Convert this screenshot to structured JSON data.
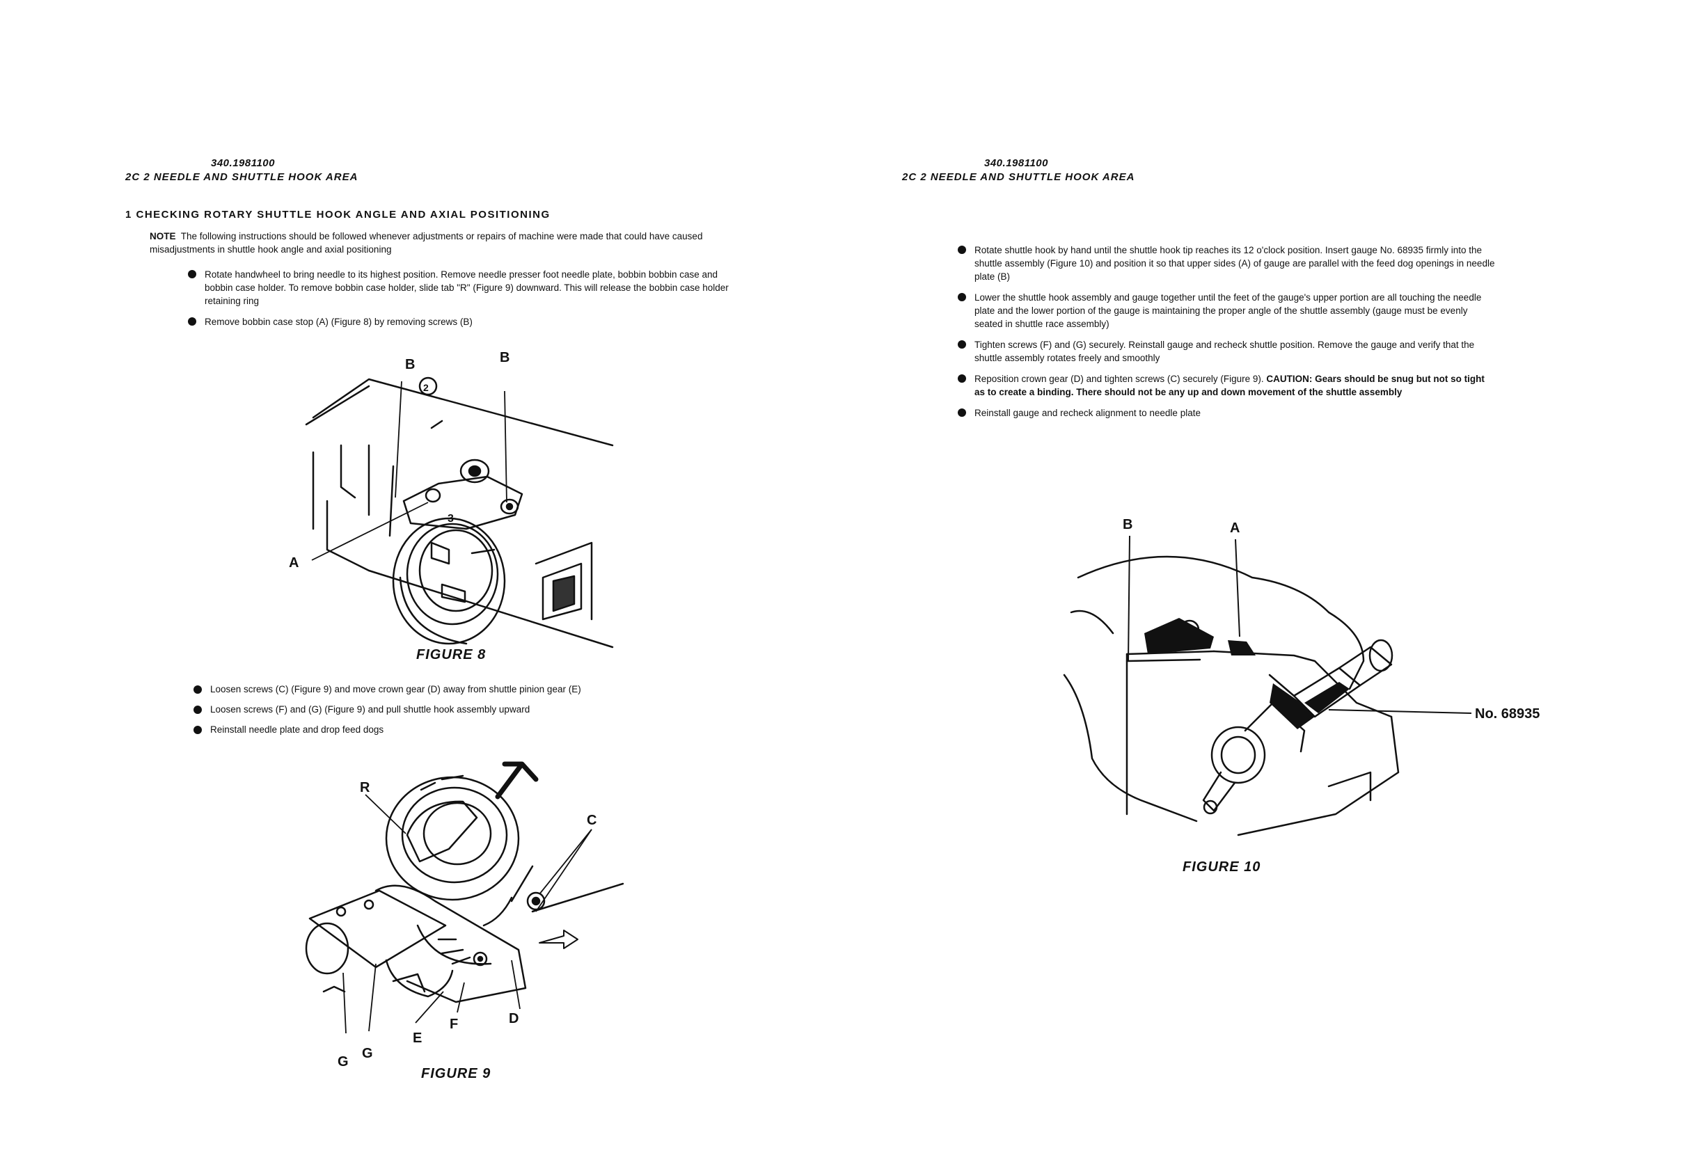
{
  "left_page": {
    "doc_number": "340.1981100",
    "section": "2C 2  NEEDLE AND SHUTTLE HOOK AREA",
    "step_title": "1   CHECKING ROTARY SHUTTLE HOOK ANGLE AND AXIAL POSITIONING",
    "note_label": "NOTE",
    "note_text": "The following instructions should be followed whenever adjustments or repairs of machine were made that could have caused misadjustments in shuttle hook angle and axial positioning",
    "bullets_top": [
      "Rotate handwheel to bring needle to its highest position. Remove needle presser foot needle plate, bobbin bobbin case and bobbin case holder. To remove bobbin case holder, slide tab \"R\" (Figure 9) downward. This will release the bobbin case holder retaining ring",
      "Remove bobbin case stop (A) (Figure 8) by removing screws (B)"
    ],
    "figure8": {
      "caption": "FIGURE 8",
      "labels": {
        "b_left": "B",
        "b_right": "B",
        "a": "A",
        "num_circle": "2",
        "num_3": "3"
      }
    },
    "bullets_mid": [
      "Loosen screws (C) (Figure 9) and move crown gear (D) away from shuttle pinion gear (E)",
      "Loosen screws (F) and (G) (Figure 9) and pull shuttle hook assembly upward",
      "Reinstall needle plate and drop feed dogs"
    ],
    "figure9": {
      "caption": "FIGURE 9",
      "labels": {
        "r": "R",
        "c": "C",
        "d": "D",
        "e": "E",
        "f": "F",
        "g1": "G",
        "g2": "G"
      }
    }
  },
  "right_page": {
    "doc_number": "340.1981100",
    "section": "2C 2  NEEDLE AND SHUTTLE HOOK AREA",
    "bullets": [
      {
        "text": "Rotate shuttle hook by hand until the shuttle hook tip reaches its 12 o'clock position. Insert gauge No. 68935 firmly into the shuttle assembly (Figure 10) and position it so that upper sides (A) of gauge are parallel with the feed dog openings in needle plate (B)",
        "bold": ""
      },
      {
        "text": "Lower the shuttle hook assembly and gauge together until the feet of the gauge's upper portion are all touching the needle plate and the lower portion of the gauge is maintaining the proper angle of the shuttle assembly (gauge must be evenly seated in shuttle race assembly)",
        "bold": ""
      },
      {
        "text": "Tighten screws (F) and (G) securely. Reinstall gauge and recheck shuttle position. Remove the gauge and verify that the shuttle assembly rotates freely and smoothly",
        "bold": ""
      },
      {
        "text": "Reposition crown gear (D) and tighten screws (C) securely (Figure 9).",
        "bold": "CAUTION: Gears should be snug but not so tight as to create a binding. There should not be any up and down movement of the shuttle assembly"
      },
      {
        "text": "Reinstall gauge and recheck alignment to needle plate",
        "bold": ""
      }
    ],
    "figure10": {
      "caption": "FIGURE 10",
      "labels": {
        "b": "B",
        "a": "A",
        "gauge": "No. 68935"
      }
    }
  }
}
